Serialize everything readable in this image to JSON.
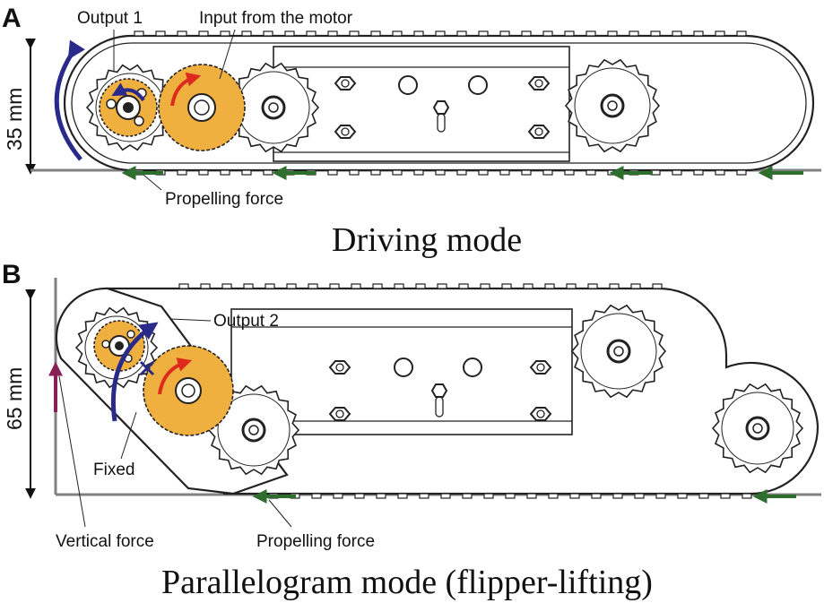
{
  "panels": {
    "a": {
      "letter": "A",
      "caption": "Driving mode",
      "dimension": "35 mm",
      "labels": {
        "output": "Output 1",
        "input": "Input from the motor",
        "propelling": "Propelling force"
      }
    },
    "b": {
      "letter": "B",
      "caption": "Parallelogram mode (flipper-lifting)",
      "dimension": "65 mm",
      "labels": {
        "output": "Output 2",
        "fixed": "Fixed",
        "vertical": "Vertical force",
        "propelling": "Propelling force"
      }
    }
  },
  "colors": {
    "gear": "#f0b040",
    "rotation_arrow": "#2a2a8a",
    "motor_arrow": "#dd2b1e",
    "propelling_arrow": "#2e6e2e",
    "vertical_arrow": "#8a1f55",
    "ground": "#808080"
  }
}
